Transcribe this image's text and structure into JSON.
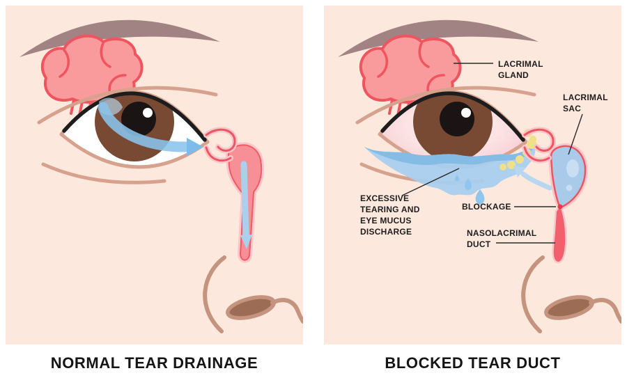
{
  "titles": {
    "left": "NORMAL TEAR DRAINAGE",
    "right": "BLOCKED TEAR DUCT"
  },
  "labels": {
    "lacrimal_gland_1": "LACRIMAL",
    "lacrimal_gland_2": "GLAND",
    "lacrimal_sac_1": "LACRIMAL",
    "lacrimal_sac_2": "SAC",
    "excessive_1": "EXCESSIVE",
    "excessive_2": "TEARING AND",
    "excessive_3": "EYE MUCUS",
    "excessive_4": "DISCHARGE",
    "blockage": "BLOCKAGE",
    "nasolacrimal_1": "NASOLACRIMAL",
    "nasolacrimal_2": "DUCT"
  },
  "colors": {
    "page_bg": "#ffffff",
    "panel_bg": "#fce8dd",
    "brow": "#a28383",
    "gland_pink": "#f99a9c",
    "gland_outline": "#f0545f",
    "skin_line": "#d6a28d",
    "sclera_left": "#ffffff",
    "iris_brown": "#794a33",
    "pupil": "#1a1514",
    "flow_blue": "#8ac4ec",
    "duct_pink": "#f78f97",
    "duct_inner_blue": "#abd0ee",
    "sac_blue": "#aacae9",
    "tear_blue": "#a9cfee",
    "tear_dark": "#7eb8e4",
    "mucus_yellow": "#efe089",
    "blocked_duct_red": "#f2606e",
    "nose_line": "#c4947f",
    "nostril_brown": "#9c6c55",
    "label_text": "#1d1d1d",
    "title_text": "#151515"
  }
}
